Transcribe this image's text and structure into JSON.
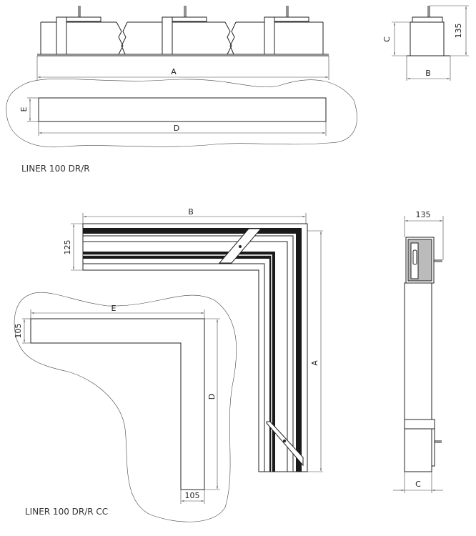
{
  "drawing_1": {
    "caption": "LINER 100 DR/R",
    "labels": {
      "A": "A",
      "B": "B",
      "C": "C",
      "height": "135",
      "D": "D",
      "E": "E"
    }
  },
  "drawing_2": {
    "caption": "LINER 100 DR/R CC",
    "labels": {
      "A": "A",
      "B": "B",
      "C": "C",
      "arm_width": "125",
      "side_height": "135",
      "D": "D",
      "E": "E",
      "plan_width_left": "105",
      "plan_width_bottom": "105"
    }
  }
}
